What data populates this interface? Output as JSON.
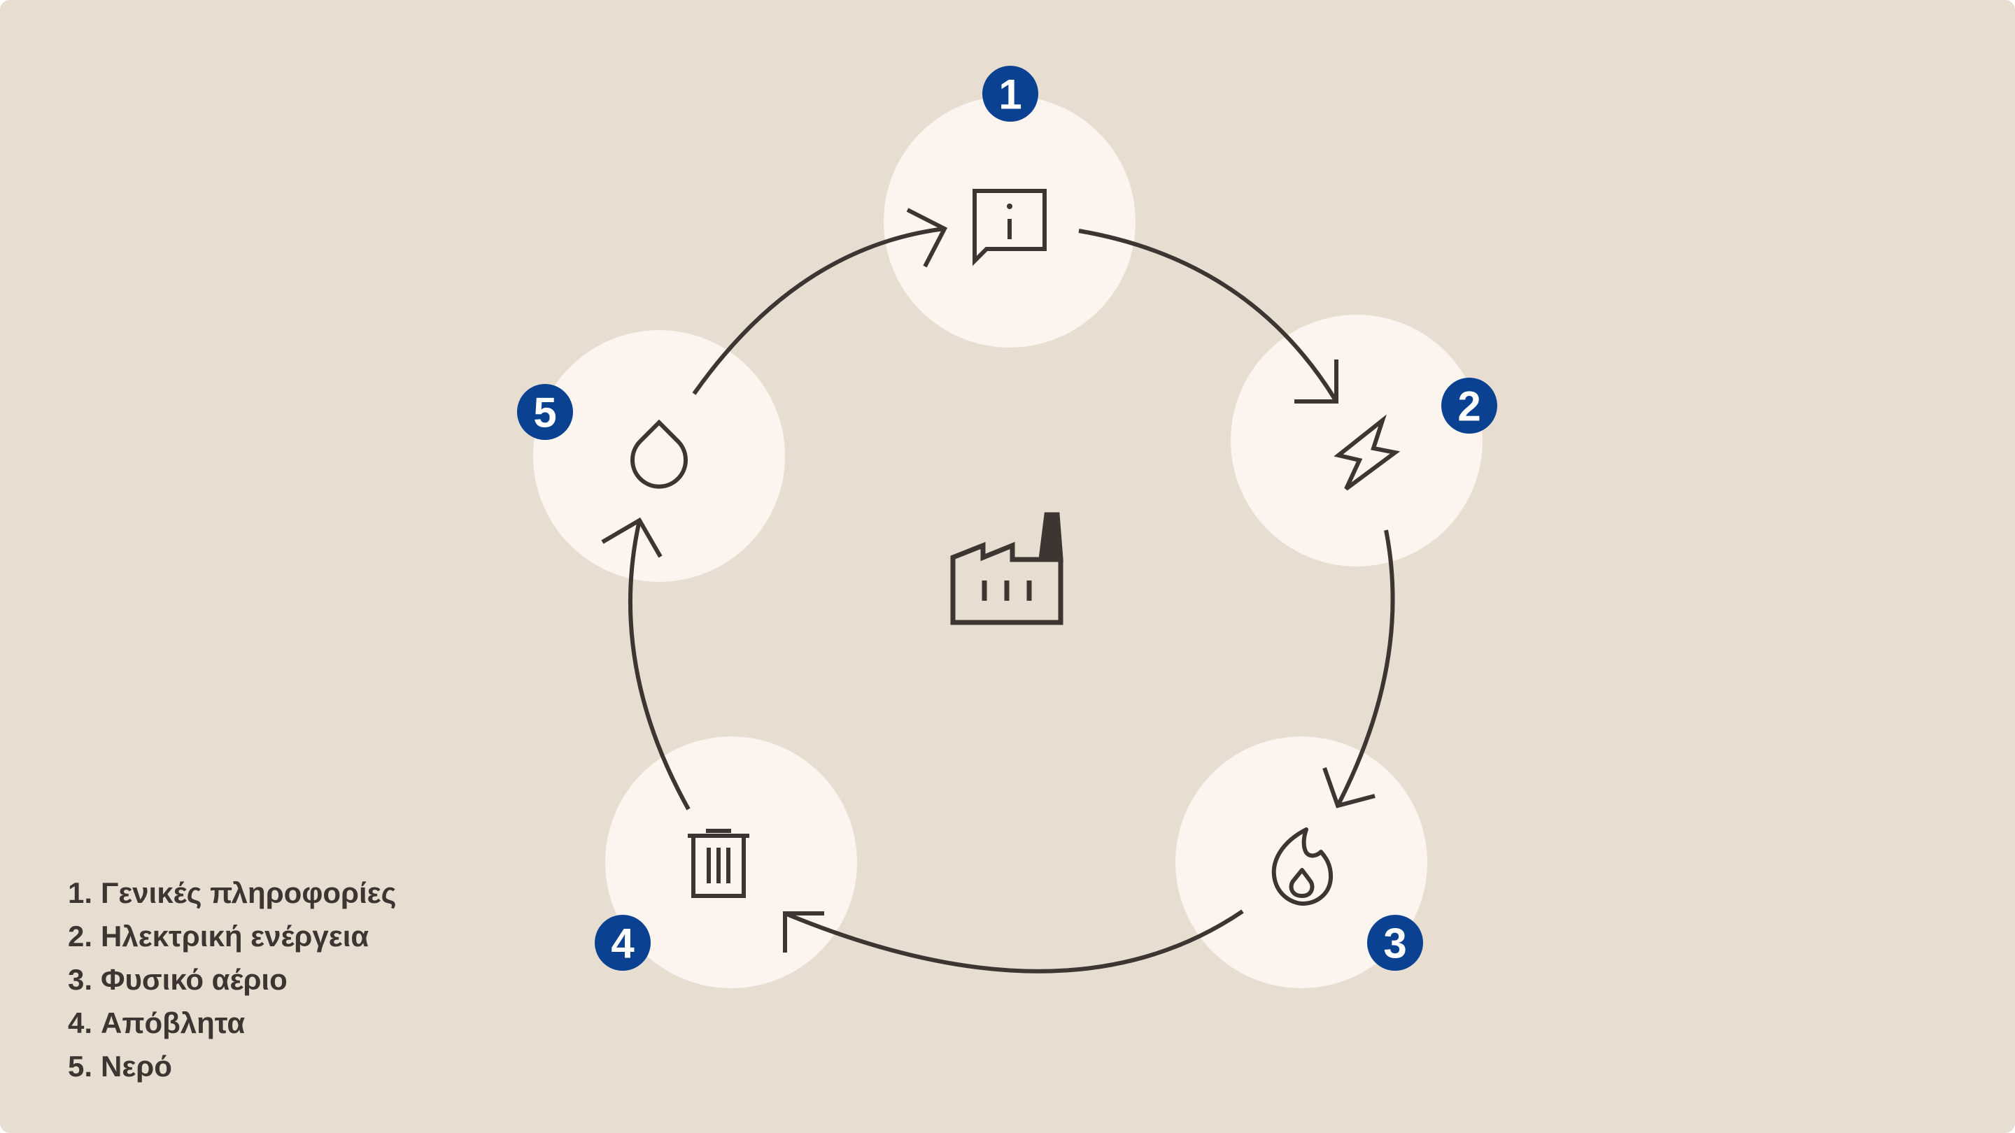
{
  "colors": {
    "background": "#e7ddd1",
    "node_fill": "#fbf4ef",
    "line": "#3d3531",
    "badge": "#0a4191",
    "badge_text": "#ffffff"
  },
  "center": {
    "icon": "factory-icon"
  },
  "nodes": [
    {
      "number": "1",
      "icon": "info-message-icon"
    },
    {
      "number": "2",
      "icon": "lightning-bolt-icon"
    },
    {
      "number": "3",
      "icon": "flame-icon"
    },
    {
      "number": "4",
      "icon": "trash-bin-icon"
    },
    {
      "number": "5",
      "icon": "water-drop-icon"
    }
  ],
  "legend": [
    {
      "num": "1.",
      "label": "Γενικές πληροφορίες"
    },
    {
      "num": "2.",
      "label": "Ηλεκτρική ενέργεια"
    },
    {
      "num": "3.",
      "label": "Φυσικό αέριο"
    },
    {
      "num": "4.",
      "label": "Απόβλητα"
    },
    {
      "num": "5.",
      "label": "Νερό"
    }
  ]
}
